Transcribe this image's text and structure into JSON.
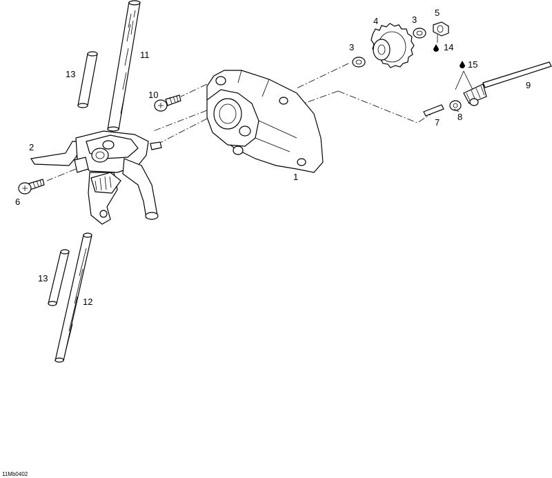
{
  "figure": {
    "reference_code": "11Mb0402",
    "callouts": {
      "c1": "1",
      "c2": "2",
      "c3a": "3",
      "c3b": "3",
      "c4": "4",
      "c5": "5",
      "c6": "6",
      "c7": "7",
      "c8": "8",
      "c9": "9",
      "c10": "10",
      "c11": "11",
      "c12": "12",
      "c13a": "13",
      "c13b": "13",
      "c14": "14",
      "c15": "15"
    }
  }
}
